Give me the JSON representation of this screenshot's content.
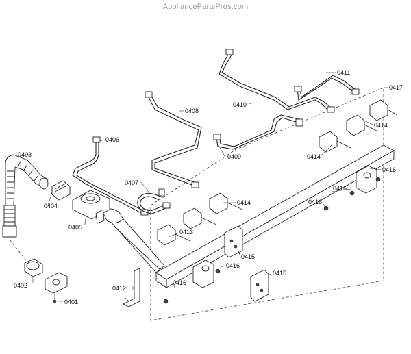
{
  "watermark": "AppliancePartsPros.com",
  "labels": {
    "p0401": "0401",
    "p0402": "0402",
    "p0403": "0403",
    "p0404": "0404",
    "p0405": "0405",
    "p0406": "0406",
    "p0407": "0407",
    "p0408": "0408",
    "p0409": "0409",
    "p0410": "0410",
    "p0411": "0411",
    "p0412": "0412",
    "p0413": "0413",
    "p0414a": "0414",
    "p0414b": "0414",
    "p0414c": "0414",
    "p0415a": "0415",
    "p0415b": "0415",
    "p0416a": "0416",
    "p0416b": "0416",
    "p0416c": "0416",
    "p0416d": "0416",
    "p0416e": "0416",
    "p0417": "0417"
  }
}
